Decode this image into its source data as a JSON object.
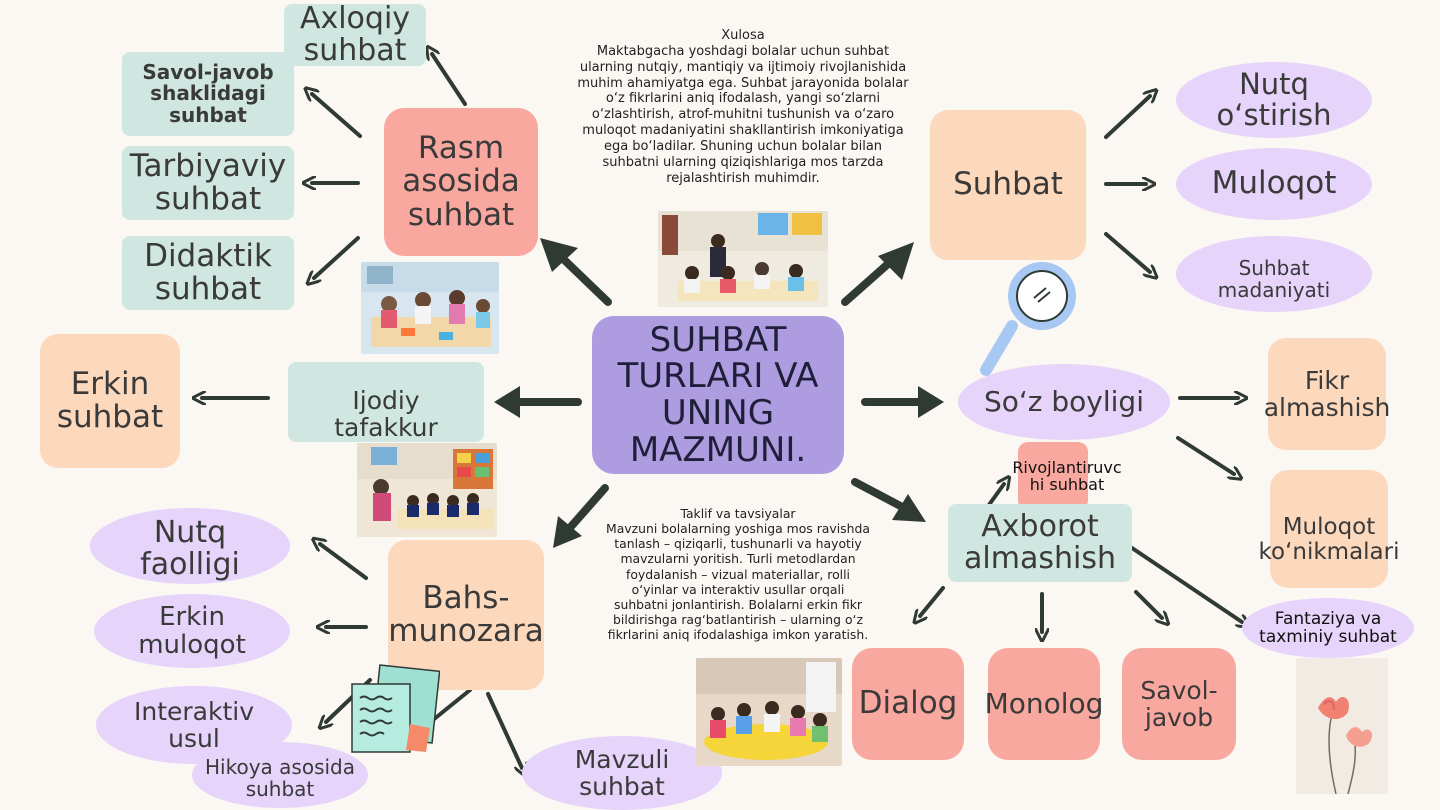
{
  "center": "SUHBAT TURLARI VA UNING MAZMUNI.",
  "xulosa": {
    "title": "Xulosa",
    "body": "Maktabgacha yoshdagi bolalar uchun suhbat ularning nutqiy, mantiqiy va ijtimoiy rivojlanishida muhim ahamiyatga ega. Suhbat jarayonida bolalar o‘z fikrlarini aniq ifodalash, yangi so‘zlarni o‘zlashtirish, atrof-muhitni tushunish va o‘zaro muloqot madaniyatini shakllantirish imkoniyatiga ega bo‘ladilar. Shuning uchun bolalar bilan suhbatni ularning qiziqishlariga mos tarzda rejalashtirish muhimdir."
  },
  "taklif": {
    "title": "Taklif va tavsiyalar",
    "body": "Mavzuni bolalarning yoshiga mos ravishda tanlash – qiziqarli, tushunarli va hayotiy mavzularni yoritish. Turli metodlardan foydalanish – vizual materiallar, rolli o‘yinlar va interaktiv usullar orqali suhbatni jonlantirish. Bolalarni erkin fikr bildirishga rag‘batlantirish – ularning o‘z fikrlarini aniq ifodalashiga imkon yaratish."
  },
  "nodes": {
    "axloqiy": "Axloqiy suhbat",
    "savol_javob_shakli": "Savol-javob shaklidagi suhbat",
    "tarbiyaviy": "Tarbiyaviy suhbat",
    "didaktik": "Didaktik suhbat",
    "rasm": "Rasm asosida suhbat",
    "erkin_suhbat": "Erkin suhbat",
    "ijodiy": "Ijodiy tafakkur",
    "bahs": "Bahs-munozara",
    "nutq_faolligi": "Nutq faolligi",
    "erkin_muloqot": "Erkin muloqot",
    "interaktiv": "Interaktiv usul",
    "hikoya": "Hikoya asosida suhbat",
    "mavzuli": "Mavzuli suhbat",
    "suhbat": "Suhbat",
    "nutq_ostirish": "Nutq o‘stirish",
    "muloqot": "Muloqot",
    "suhbat_madaniyati": "Suhbat madaniyati",
    "soz_boyligi": "So‘z boyligi",
    "fikr": "Fikr almashish",
    "muloqot_konikmalari": "Muloqot ko‘nikmalari",
    "rivojlantiruvchi": "Rivojlantiruvchi suhbat",
    "axborot": "Axborot almashish",
    "fantaziya": "Fantaziya va taxminiy suhbat",
    "dialog": "Dialog",
    "monolog": "Monolog",
    "savol_javob": "Savol-javob"
  },
  "colors": {
    "teal": "#cfe7e0",
    "peach": "#fcd9bd",
    "pink": "#f9a8a0",
    "violet": "#e6d4fb",
    "center": "#ad9de0",
    "arrow": "#2f3a35"
  }
}
